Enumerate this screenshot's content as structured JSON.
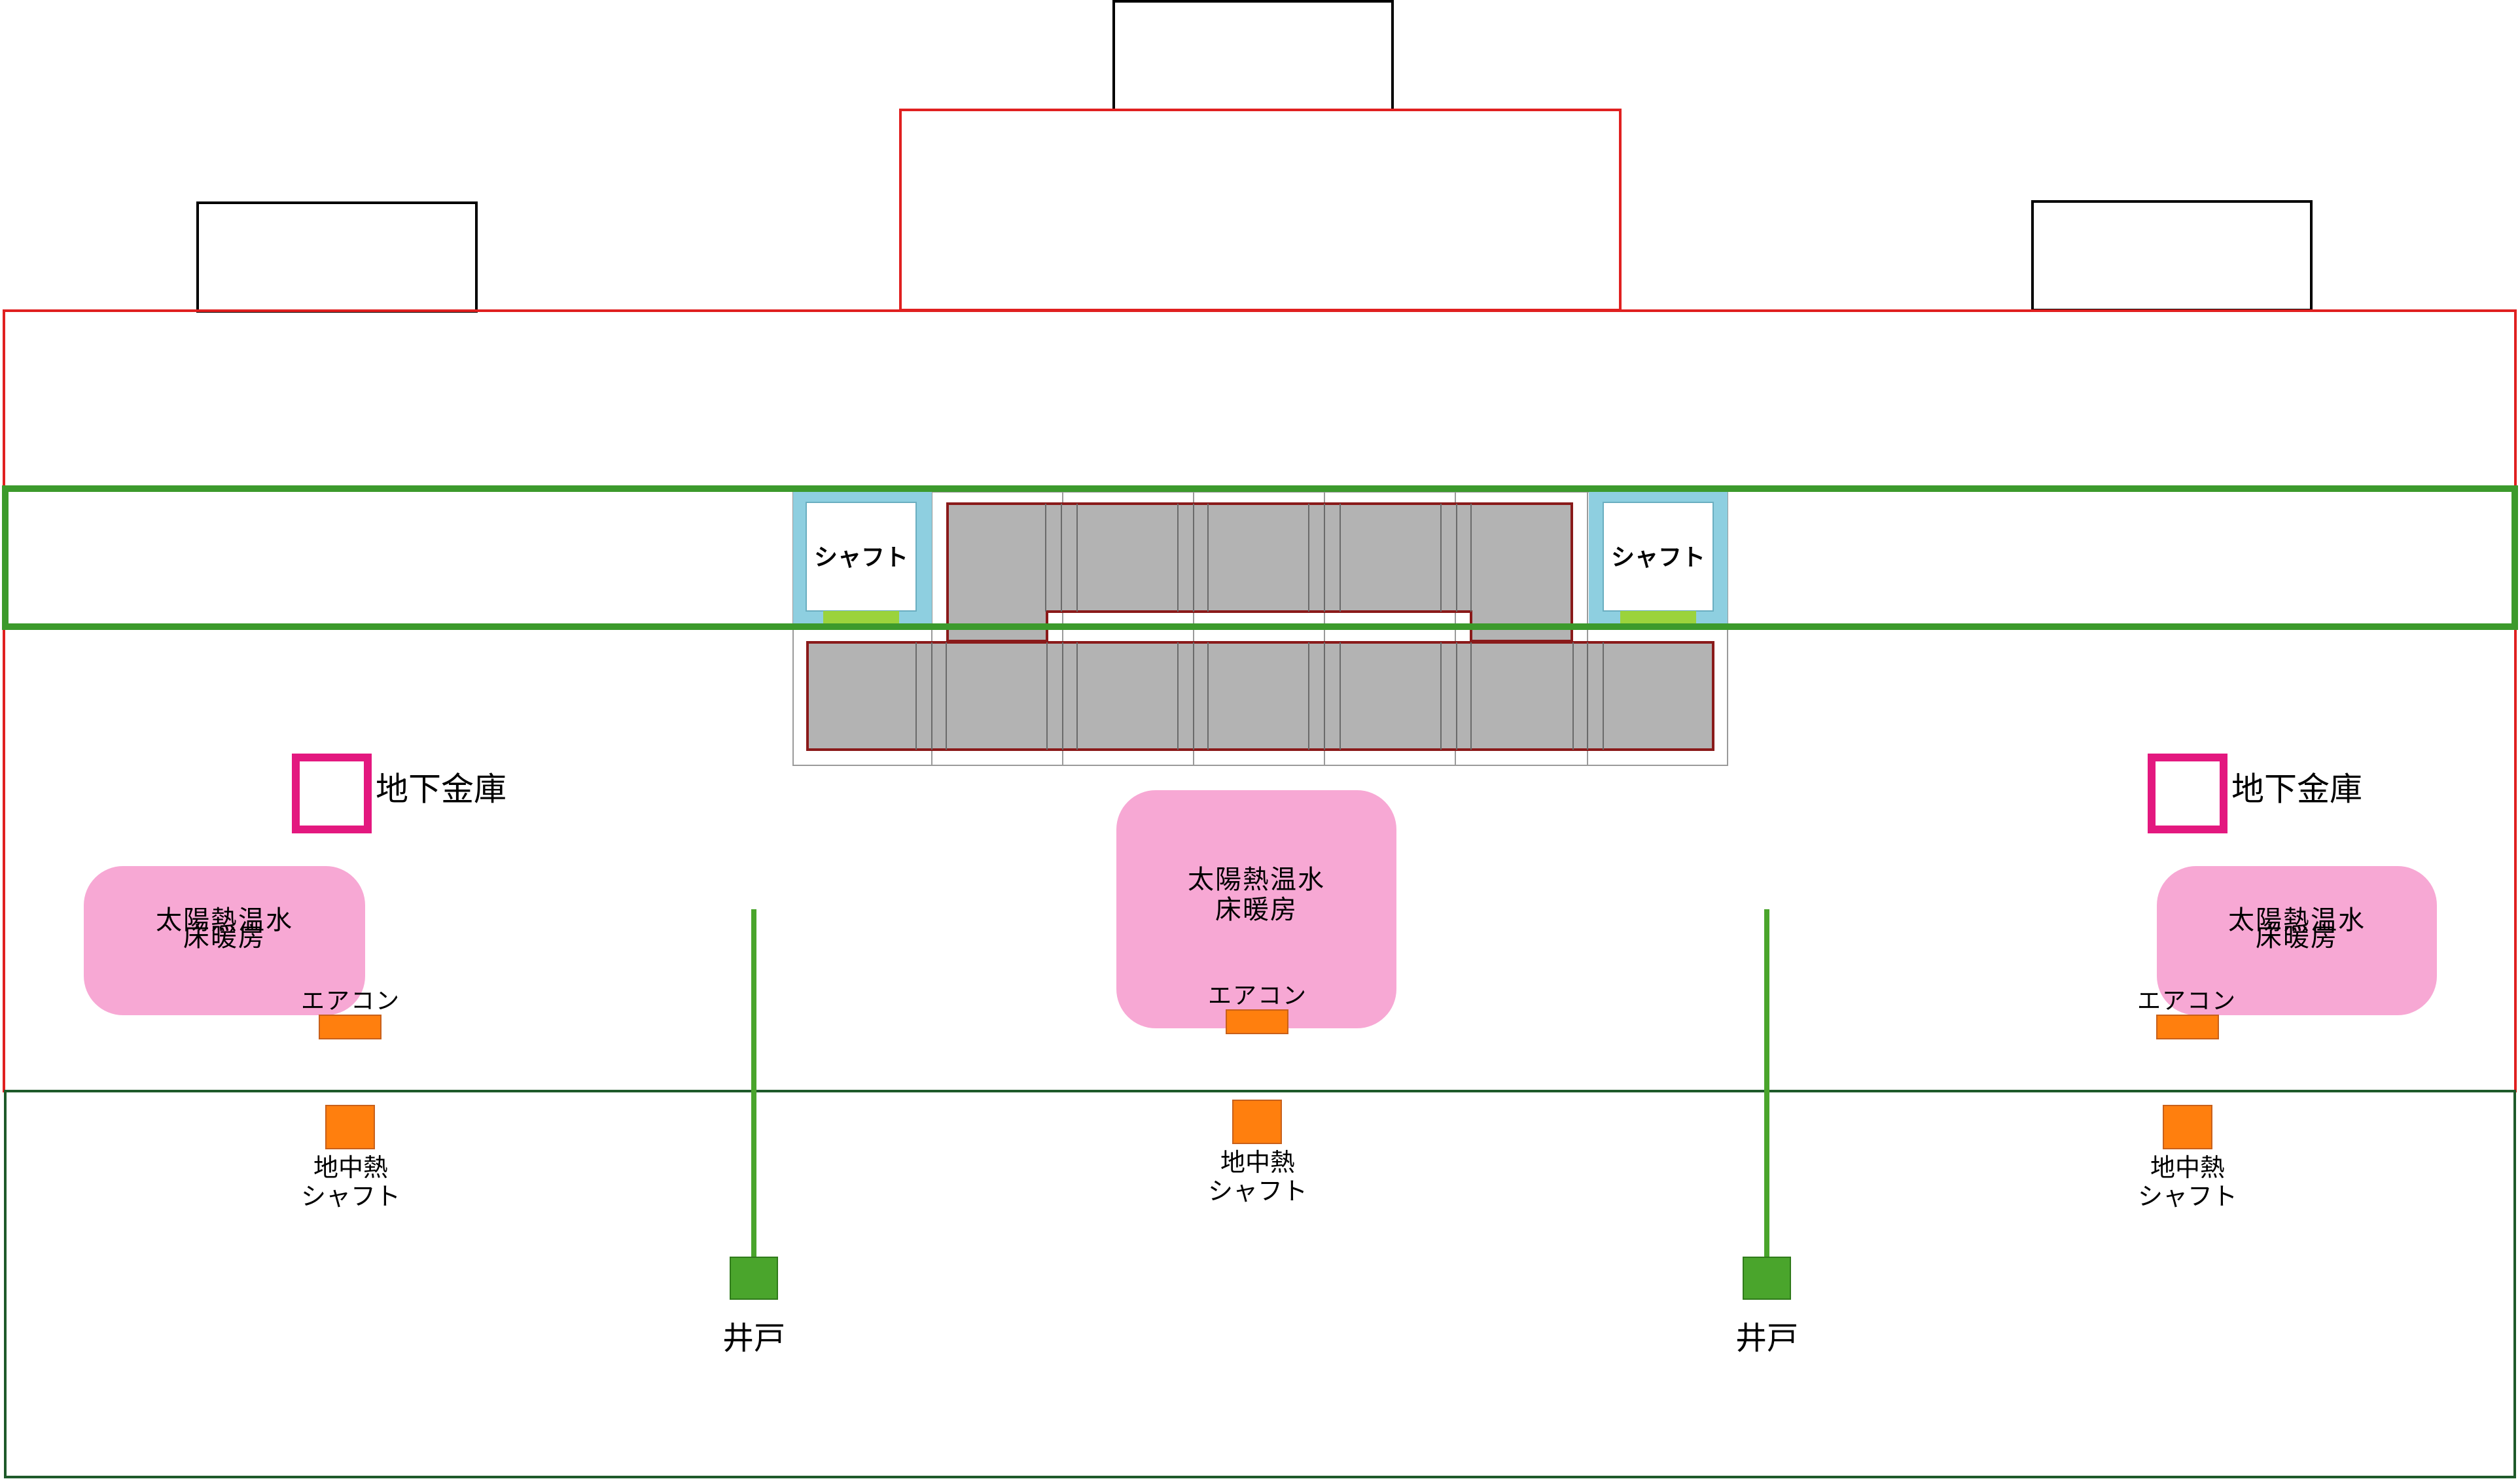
{
  "diagram": {
    "shafts": [
      {
        "label": "シャフト"
      },
      {
        "label": "シャフト"
      }
    ],
    "vaults": [
      {
        "label": "地下金庫"
      },
      {
        "label": "地下金庫"
      }
    ],
    "solar_floor_heating": [
      {
        "line1": "太陽熱温水",
        "line2": "床暖房"
      },
      {
        "line1": "太陽熱温水",
        "line2": "床暖房"
      },
      {
        "line1": "太陽熱温水",
        "line2": "床暖房"
      }
    ],
    "air_conditioners": [
      {
        "label": "エアコン"
      },
      {
        "label": "エアコン"
      },
      {
        "label": "エアコン"
      }
    ],
    "geothermal_shafts": [
      {
        "line1": "地中熱",
        "line2": "シャフト"
      },
      {
        "line1": "地中熱",
        "line2": "シャフト"
      },
      {
        "line1": "地中熱",
        "line2": "シャフト"
      }
    ],
    "wells": [
      {
        "label": "井戸"
      },
      {
        "label": "井戸"
      }
    ]
  },
  "colors": {
    "building_outline": "#e02020",
    "small_box_outline": "#000000",
    "green_band": "#3c9a2c",
    "ground_outline": "#1e5a2a",
    "shaft_frame": "#8ecfe0",
    "shaft_base": "#9bd33c",
    "storage_fill": "#b3b3b3",
    "storage_outline": "#8a1a1a",
    "vault": "#e3187f",
    "solar": "#f7a8d4",
    "aircon": "#ff7f0e",
    "well": "#4aa52c"
  }
}
